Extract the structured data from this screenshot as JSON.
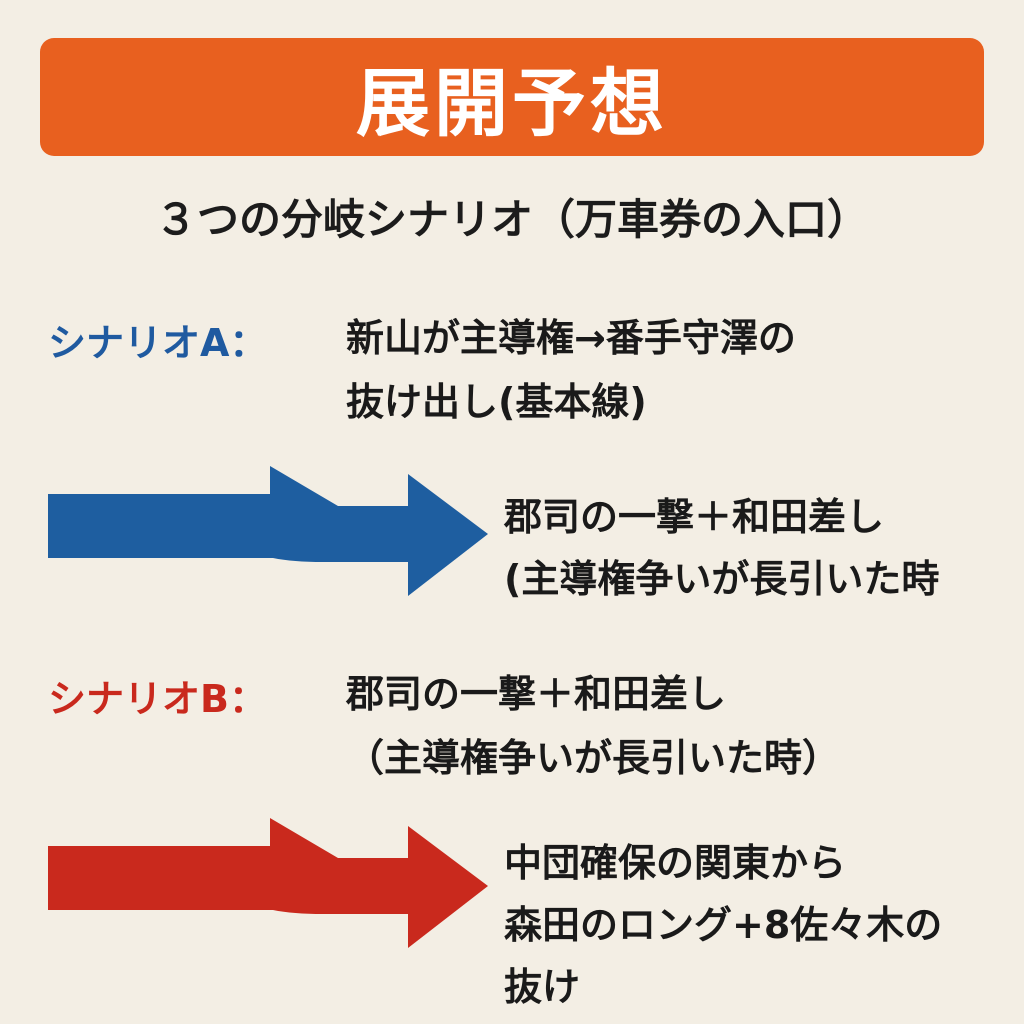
{
  "header": {
    "title": "展開予想"
  },
  "subtitle": "３つの分岐シナリオ（万車券の入口）",
  "scenario_a": {
    "label": "シナリオA：",
    "line1": "新山が主導権→番手守澤の",
    "line2": "抜け出し(基本線)",
    "arrow_color": "#1e5ea0",
    "arrow_line1": "郡司の一撃＋和田差し",
    "arrow_line2": "(主導権争いが長引いた時"
  },
  "scenario_b": {
    "label": "シナリオB：",
    "line1": "郡司の一撃＋和田差し",
    "line2": "（主導権争いが長引いた時）",
    "arrow_color": "#c9291d",
    "arrow_line1": "中団確保の関東から",
    "arrow_line2": "森田のロング+8佐々木の",
    "arrow_line3": "抜け"
  },
  "colors": {
    "banner": "#e8601f",
    "background": "#f3eee4",
    "scenario_a": "#1f5aa0",
    "scenario_b": "#c9291d"
  }
}
